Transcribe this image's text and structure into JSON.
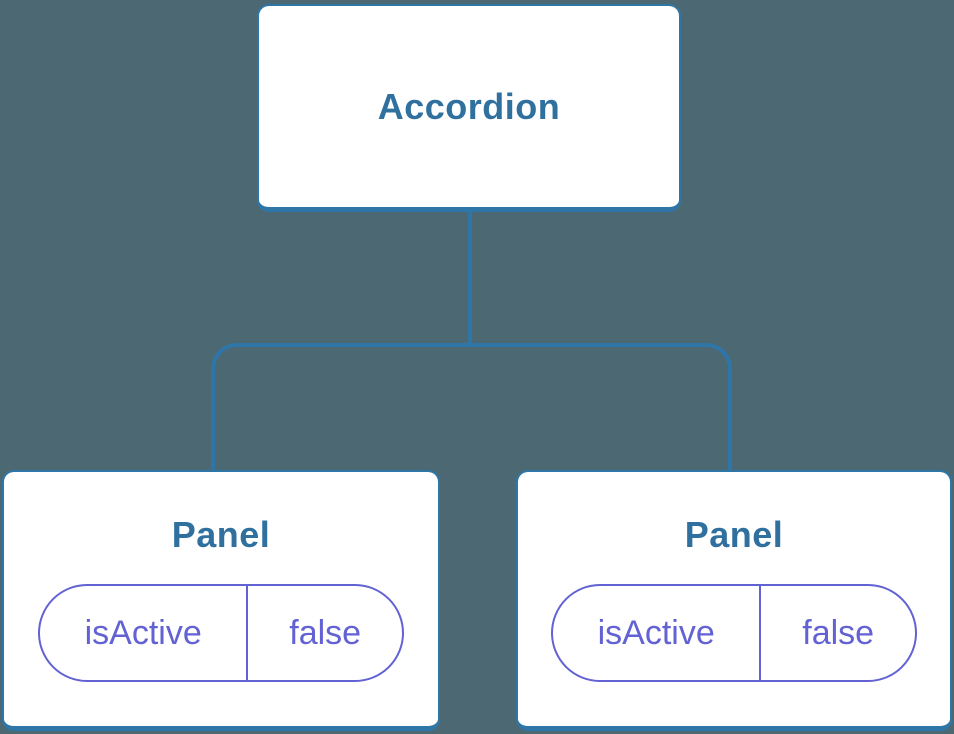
{
  "colors": {
    "background": "#4c6872",
    "node_fill": "#ffffff",
    "node_border": "#2f76a8",
    "connector": "#2f76a8",
    "heading_text": "#30709f",
    "prop_accent": "#6262d4"
  },
  "tree": {
    "root": {
      "label": "Accordion"
    },
    "children": [
      {
        "label": "Panel",
        "props": [
          {
            "name": "isActive",
            "value": "false"
          }
        ]
      },
      {
        "label": "Panel",
        "props": [
          {
            "name": "isActive",
            "value": "false"
          }
        ]
      }
    ]
  }
}
